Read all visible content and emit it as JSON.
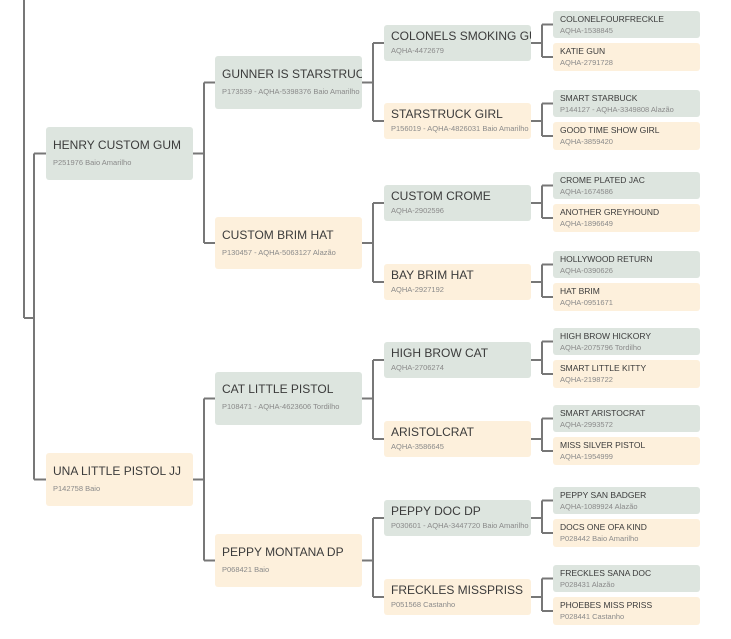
{
  "colors": {
    "male": "#dde5df",
    "female": "#fdf0dc",
    "line": "#777777"
  },
  "pedigree": {
    "sire": {
      "name": "HENRY CUSTOM GUM",
      "info": "P251976 Baio Amarilho"
    },
    "dam": {
      "name": "UNA LITTLE PISTOL JJ",
      "info": "P142758 Baio"
    },
    "ss": {
      "name": "GUNNER IS STARSTRUCK",
      "info": "P173539 - AQHA-5398376 Baio Amarilho"
    },
    "sd": {
      "name": "CUSTOM BRIM HAT",
      "info": "P130457 - AQHA-5063127 Alazão"
    },
    "ds": {
      "name": "CAT LITTLE PISTOL",
      "info": "P108471 - AQHA-4623606 Tordilho"
    },
    "dd": {
      "name": "PEPPY MONTANA DP",
      "info": "P068421 Baio"
    },
    "sss": {
      "name": "COLONELS SMOKING GUN",
      "info": "AQHA-4472679"
    },
    "ssd": {
      "name": "STARSTRUCK GIRL",
      "info": "P156019 - AQHA-4826031 Baio Amarilho"
    },
    "sds": {
      "name": "CUSTOM CROME",
      "info": "AQHA-2902596"
    },
    "sdd": {
      "name": "BAY BRIM HAT",
      "info": "AQHA-2927192"
    },
    "dss": {
      "name": "HIGH BROW CAT",
      "info": "AQHA-2706274"
    },
    "dsd": {
      "name": "ARISTOLCRAT",
      "info": "AQHA-3586645"
    },
    "dds": {
      "name": "PEPPY DOC DP",
      "info": "P030601 - AQHA-3447720 Baio Amarilho"
    },
    "ddd": {
      "name": "FRECKLES MISSPRISS",
      "info": "P051568 Castanho"
    },
    "ssss": {
      "name": "COLONELFOURFRECKLE",
      "info": "AQHA-1538845"
    },
    "sssd": {
      "name": "KATIE GUN",
      "info": "AQHA-2791728"
    },
    "ssds": {
      "name": "SMART STARBUCK",
      "info": "P144127 - AQHA-3349808 Alazão"
    },
    "ssdd": {
      "name": "GOOD TIME SHOW GIRL",
      "info": "AQHA-3859420"
    },
    "sdss": {
      "name": "CROME PLATED JAC",
      "info": "AQHA-1674586"
    },
    "sdsd": {
      "name": "ANOTHER GREYHOUND",
      "info": "AQHA-1896649"
    },
    "sdds": {
      "name": "HOLLYWOOD RETURN",
      "info": "AQHA-0390626"
    },
    "sddd": {
      "name": "HAT BRIM",
      "info": "AQHA-0951671"
    },
    "dsss": {
      "name": "HIGH BROW HICKORY",
      "info": "AQHA-2075796 Tordilho"
    },
    "dssd": {
      "name": "SMART LITTLE KITTY",
      "info": "AQHA-2198722"
    },
    "dsds": {
      "name": "SMART ARISTOCRAT",
      "info": "AQHA-2993572"
    },
    "dsdd": {
      "name": "MISS SILVER PISTOL",
      "info": "AQHA-1954999"
    },
    "ddss": {
      "name": "PEPPY SAN BADGER",
      "info": "AQHA-1089924 Alazão"
    },
    "ddsd": {
      "name": "DOCS ONE OFA KIND",
      "info": "P028442 Baio Amarilho"
    },
    "ddds": {
      "name": "FRECKLES SANA DOC",
      "info": "P028431 Alazão"
    },
    "dddd": {
      "name": "PHOEBES MISS PRISS",
      "info": "P028441 Castanho"
    }
  }
}
